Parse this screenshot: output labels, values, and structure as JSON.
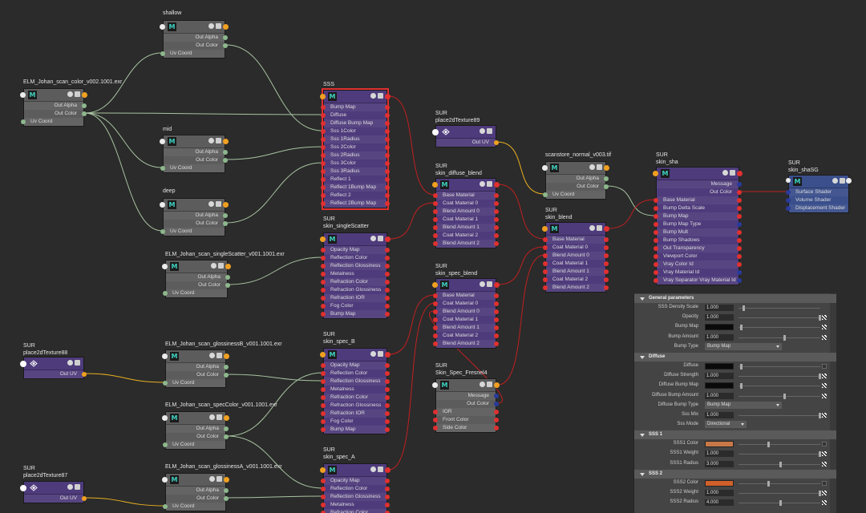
{
  "icons": {
    "maya_node": "M",
    "hicon_a": "S"
  },
  "colors": {
    "sss1": "#c87848",
    "sss2": "#d0602a",
    "diffuse": "#0a0a0a",
    "bump": "#0a0a0a"
  },
  "nodes": [
    {
      "id": "shallow",
      "title": "shallow",
      "type": "gray",
      "rows": [
        "Out Alpha",
        "Out Color",
        "Uv Coord"
      ]
    },
    {
      "id": "mid",
      "title": "mid",
      "type": "gray",
      "rows": [
        "Out Alpha",
        "Out Color",
        "Uv Coord"
      ]
    },
    {
      "id": "deep",
      "title": "deep",
      "type": "gray",
      "rows": [
        "Out Alpha",
        "Out Color",
        "Uv Coord"
      ]
    },
    {
      "id": "color_tex",
      "title": "ELM_Johan_scan_color_v002.1001.exr",
      "type": "gray",
      "rows": [
        "Out Alpha",
        "Out Color",
        "Uv Coord"
      ]
    },
    {
      "id": "ss_tex",
      "title": "ELM_Johan_scan_singleScatter_v001.1001.exr",
      "type": "gray",
      "rows": [
        "Out Alpha",
        "Out Color",
        "Uv Coord"
      ]
    },
    {
      "id": "glossB_tex",
      "title": "ELM_Johan_scan_glossinessB_v001.1001.exr",
      "type": "gray",
      "rows": [
        "Out Alpha",
        "Out Color",
        "Uv Coord"
      ]
    },
    {
      "id": "spec_tex",
      "title": "ELM_Johan_scan_specColor_v001.1001.exr",
      "type": "gray",
      "rows": [
        "Out Alpha",
        "Out Color",
        "Uv Coord"
      ]
    },
    {
      "id": "glossA_tex",
      "title": "ELM_Johan_scan_glossinessA_v001.1001.exr",
      "type": "gray",
      "rows": [
        "Out Alpha",
        "Out Color",
        "Uv Coord"
      ]
    },
    {
      "id": "place88",
      "title": "SUR\nplace2dTexture88",
      "type": "purple",
      "rows": [
        "Out UV"
      ]
    },
    {
      "id": "place87",
      "title": "SUR\nplace2dTexture87",
      "type": "purple",
      "rows": [
        "Out UV"
      ]
    },
    {
      "id": "place89",
      "title": "SUR\nplace2dTexture89",
      "type": "purple",
      "rows": [
        "Out UV"
      ]
    },
    {
      "id": "sss",
      "title": "SSS",
      "type": "purple",
      "rows": [
        "Bump Map",
        "Diffuse",
        "Diffuse Bump Map",
        "Sss 1Color",
        "Sss 1Radius",
        "Sss 2Color",
        "Sss 2Radius",
        "Sss 3Color",
        "Sss 3Radius",
        "Reflect 1",
        "Reflect 1Bump Map",
        "Reflect 2",
        "Reflect 2Bump Map"
      ]
    },
    {
      "id": "singleScatter",
      "title": "SUR\nskin_singleScatter",
      "type": "purple",
      "rows": [
        "Opacity Map",
        "Reflection Color",
        "Reflection Glossiness",
        "Metalness",
        "Refraction Color",
        "Refraction Glossiness",
        "Refraction IOR",
        "Fog Color",
        "Bump Map"
      ]
    },
    {
      "id": "specB",
      "title": "SUR\nskin_spec_B",
      "type": "purple",
      "rows": [
        "Opacity Map",
        "Reflection Color",
        "Reflection Glossiness",
        "Metalness",
        "Refraction Color",
        "Refraction Glossiness",
        "Refraction IOR",
        "Fog Color",
        "Bump Map"
      ]
    },
    {
      "id": "specA",
      "title": "SUR\nskin_spec_A",
      "type": "purple",
      "rows": [
        "Opacity Map",
        "Reflection Color",
        "Reflection Glossiness",
        "Metalness",
        "Refraction Color"
      ]
    },
    {
      "id": "diffBlend",
      "title": "SUR\nskin_diffuse_blend",
      "type": "purple",
      "rows": [
        "Base Material",
        "Coat Material 0",
        "Blend Amount 0",
        "Coat Material 1",
        "Blend Amount 1",
        "Coat Material 2",
        "Blend Amount 2"
      ]
    },
    {
      "id": "specBlend",
      "title": "SUR\nskin_spec_blend",
      "type": "purple",
      "rows": [
        "Base Material",
        "Coat Material 0",
        "Blend Amount 0",
        "Coat Material 1",
        "Blend Amount 1",
        "Coat Material 2",
        "Blend Amount 2"
      ]
    },
    {
      "id": "fresnel",
      "title": "SUR\nSkin_Spec_Fresnel4",
      "type": "gray",
      "rows": [
        "Message",
        "Out Color",
        "IOR",
        "Front Color",
        "Side Color"
      ]
    },
    {
      "id": "normal",
      "title": "scanstore_normal_v003.tif",
      "type": "gray",
      "rows": [
        "Out Alpha",
        "Out Color",
        "Uv Coord"
      ]
    },
    {
      "id": "skinBlend",
      "title": "SUR\nskin_blend",
      "type": "purple",
      "rows": [
        "Base Material",
        "Coat Material 0",
        "Blend Amount 0",
        "Coat Material 1",
        "Blend Amount 1",
        "Coat Material 2",
        "Blend Amount 2"
      ]
    },
    {
      "id": "skinSha",
      "title": "SUR\nskin_sha",
      "type": "purple",
      "rows": [
        "Message",
        "Out Color",
        "Base Material",
        "Bump Delta Scale",
        "Bump Map",
        "Bump Map Type",
        "Bump Mult",
        "Bump Shadows",
        "Out Transparency",
        "Viewport Color",
        "Vray Color Id",
        "Vray Material Id",
        "Vray Separator Vray Material Id"
      ]
    },
    {
      "id": "shaSG",
      "title": "SUR\nskin_shaSG",
      "type": "blue",
      "rows": [
        "Surface Shader",
        "Volume Shader",
        "Displacement Shader"
      ]
    }
  ],
  "ae": [
    {
      "section": "General parameters",
      "rows": [
        {
          "label": "SSS Density Scale",
          "kind": "num",
          "value": "1.000",
          "knob": 0.05
        },
        {
          "label": "Opacity",
          "kind": "num",
          "value": "1.000",
          "knob": 0.98,
          "map": true
        },
        {
          "label": "Bump Map",
          "kind": "swatch",
          "color": "bump",
          "knob": 0.02,
          "map": true
        },
        {
          "label": "Bump Amount",
          "kind": "num",
          "value": "1.000",
          "knob": 0.55,
          "map": true
        },
        {
          "label": "Bump Type",
          "kind": "drop",
          "value": "Bump Map",
          "size": "wide"
        }
      ]
    },
    {
      "section": "Diffuse",
      "rows": [
        {
          "label": "Diffuse",
          "kind": "swatch",
          "color": "diffuse",
          "knob": 0.02,
          "mapbtn": true
        },
        {
          "label": "Diffuse Strength",
          "kind": "num",
          "value": "1.000",
          "knob": 0.98,
          "map": true
        },
        {
          "label": "Diffuse Bump Map",
          "kind": "swatch",
          "color": "bump",
          "knob": 0.02,
          "map": true
        },
        {
          "label": "Diffuse Bump Amount",
          "kind": "num",
          "value": "1.000",
          "knob": 0.55,
          "map": true
        },
        {
          "label": "Diffuse Bump Type",
          "kind": "drop",
          "value": "Bump Map",
          "size": "wide"
        },
        {
          "label": "Sss Mix",
          "kind": "num",
          "value": "1.000",
          "knob": 0.98,
          "map": true
        },
        {
          "label": "Sss Mode",
          "kind": "drop",
          "value": "Directional",
          "size": "narrow"
        }
      ]
    },
    {
      "section": "SSS 1",
      "rows": [
        {
          "label": "SSS1 Color",
          "kind": "swatch",
          "color": "sss1",
          "knob": 0.35,
          "mapbtn": true
        },
        {
          "label": "SSS1 Weight",
          "kind": "num",
          "value": "1.000",
          "knob": 0.98,
          "map": true
        },
        {
          "label": "SSS1 Radius",
          "kind": "num",
          "value": "3.000",
          "knob": 0.5,
          "map": true
        }
      ]
    },
    {
      "section": "SSS 2",
      "rows": [
        {
          "label": "SSS2 Color",
          "kind": "swatch",
          "color": "sss2",
          "knob": 0.35,
          "mapbtn": true
        },
        {
          "label": "SSS2 Weight",
          "kind": "num",
          "value": "1.000",
          "knob": 0.98,
          "map": true
        },
        {
          "label": "SSS2 Radius",
          "kind": "num",
          "value": "4.000",
          "knob": 0.5,
          "map": true
        }
      ]
    }
  ]
}
